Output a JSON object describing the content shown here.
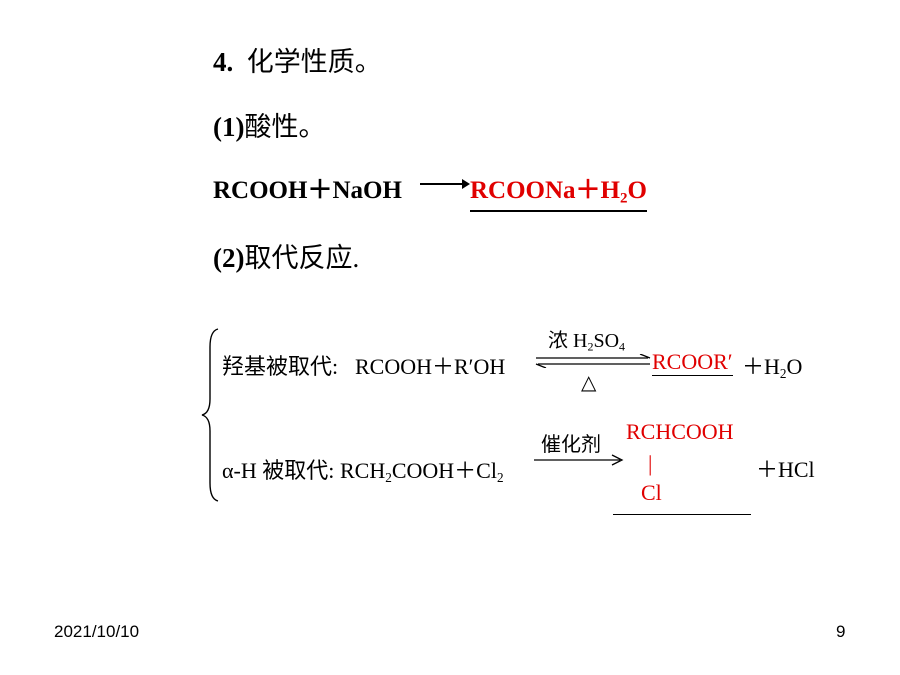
{
  "section": {
    "number": "4",
    "dot": ".",
    "title": "化学性质。"
  },
  "item1": {
    "label": "(1)",
    "text": "酸性。"
  },
  "eq1": {
    "reactants": "RCOOH＋NaOH",
    "product_pre": "RCOONa＋H",
    "product_sub": "2",
    "product_post": "O"
  },
  "item2": {
    "label": "(2)",
    "text": "取代反应."
  },
  "rxn1": {
    "label": "羟基被取代:",
    "reactants_a": "RCOOH＋R′OH",
    "cond_pre": "浓 H",
    "cond_sub1": "2",
    "cond_mid": "SO",
    "cond_sub2": "4",
    "cond_below": "△",
    "product": "RCOOR′",
    "tail_pre": "＋H",
    "tail_sub": "2",
    "tail_post": "O"
  },
  "rxn2": {
    "label": "α-H 被取代:",
    "r_pre": "RCH",
    "r_sub1": "2",
    "r_mid": "COOH＋Cl",
    "r_sub2": "2",
    "catalyst": "催化剂",
    "prod_top": "RCHCOOH",
    "prod_bond": "|",
    "prod_bottom": "Cl",
    "tail": "＋HCl"
  },
  "footer": {
    "date": "2021/10/10",
    "page": "9"
  },
  "colors": {
    "accent": "#e00000"
  }
}
